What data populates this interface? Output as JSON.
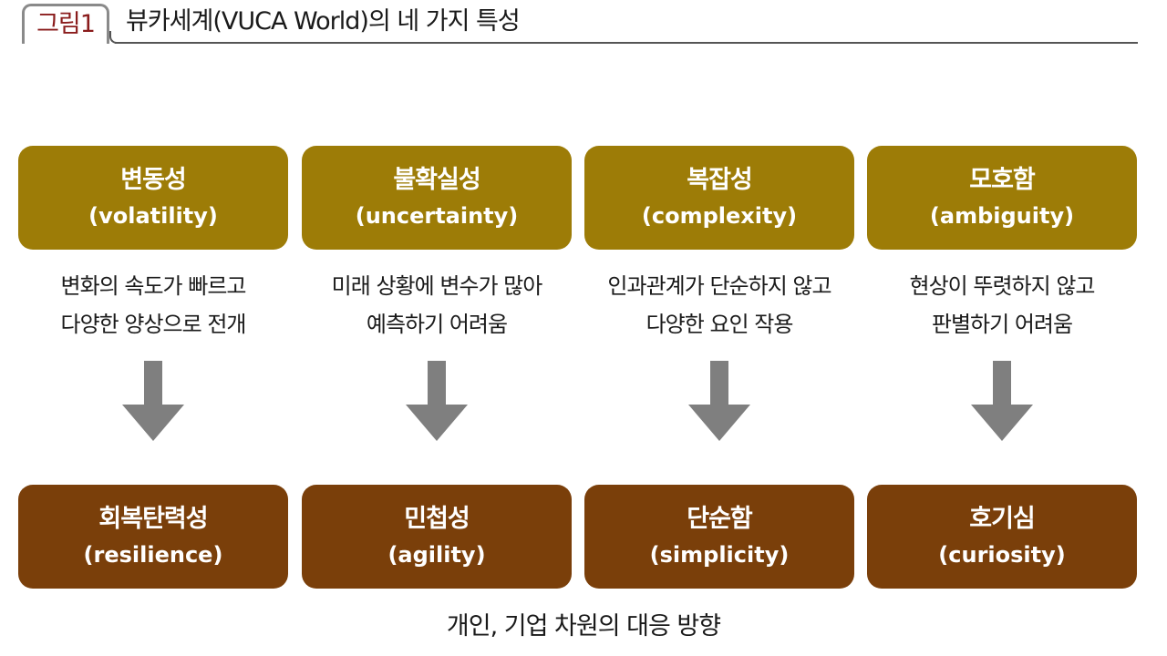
{
  "header": {
    "badge": "그림1",
    "title": "뷰카세계(VUCA World)의 네 가지 특성"
  },
  "columns": [
    {
      "top_ko": "변동성",
      "top_en": "(volatility)",
      "desc1": "변화의 속도가 빠르고",
      "desc2": "다양한 양상으로 전개",
      "bottom_ko": "회복탄력성",
      "bottom_en": "(resilience)"
    },
    {
      "top_ko": "불확실성",
      "top_en": "(uncertainty)",
      "desc1": "미래 상황에 변수가 많아",
      "desc2": "예측하기 어려움",
      "bottom_ko": "민첩성",
      "bottom_en": "(agility)"
    },
    {
      "top_ko": "복잡성",
      "top_en": "(complexity)",
      "desc1": "인과관계가 단순하지 않고",
      "desc2": "다양한 요인 작용",
      "bottom_ko": "단순함",
      "bottom_en": "(simplicity)"
    },
    {
      "top_ko": "모호함",
      "top_en": "(ambiguity)",
      "desc1": "현상이 뚜렷하지 않고",
      "desc2": "판별하기 어려움",
      "bottom_ko": "호기심",
      "bottom_en": "(curiosity)"
    }
  ],
  "caption": "개인, 기업 차원의 대응 방향",
  "colors": {
    "top_box": "#9d7c07",
    "bottom_box": "#7a3f0a",
    "arrow": "#7f7f7f",
    "badge_text": "#8a1c1c"
  },
  "icons": {
    "arrow": "down-arrow-icon"
  }
}
